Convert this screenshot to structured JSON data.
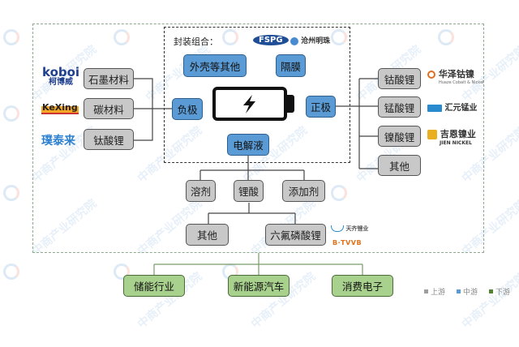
{
  "watermark": "中商产业研究院",
  "packaging": {
    "title": "封装组合：",
    "shell": "外壳等其他",
    "separator": "隔膜",
    "logos": [
      "FSPG",
      "沧州明珠"
    ]
  },
  "anode": {
    "label": "负极",
    "materials": [
      "石墨材料",
      "碳材料",
      "钛酸锂"
    ],
    "logos": [
      {
        "name": "koboi",
        "sub": "柯博威"
      },
      {
        "name": "KeXing",
        "sub": ""
      },
      {
        "name": "璞泰来",
        "sub": ""
      }
    ]
  },
  "cathode": {
    "label": "正极",
    "materials": [
      "钴酸锂",
      "锰酸锂",
      "镍酸锂",
      "其他"
    ],
    "logos": [
      {
        "name": "华泽钴镍",
        "sub": "Huaze Cobalt & Nickel"
      },
      {
        "name": "汇元锰业",
        "sub": ""
      },
      {
        "name": "吉恩镍业",
        "sub": "JIEN NICKEL"
      }
    ]
  },
  "electrolyte": {
    "label": "电解液",
    "components": [
      "溶剂",
      "锂酸",
      "添加剂"
    ],
    "lithium_salts": [
      "其他",
      "六氟磷酸锂"
    ],
    "logos": [
      "天齐锂业",
      "B·TVVB"
    ]
  },
  "downstream": [
    "储能行业",
    "新能源汽车",
    "消费电子"
  ],
  "legend": [
    {
      "label": "上游",
      "color": "#9e9e9e"
    },
    {
      "label": "中游",
      "color": "#5b9bd5"
    },
    {
      "label": "下游",
      "color": "#548235"
    }
  ],
  "colors": {
    "upstream": "#c8c8c8",
    "midstream": "#5b9bd5",
    "downstream": "#a9d18e"
  }
}
